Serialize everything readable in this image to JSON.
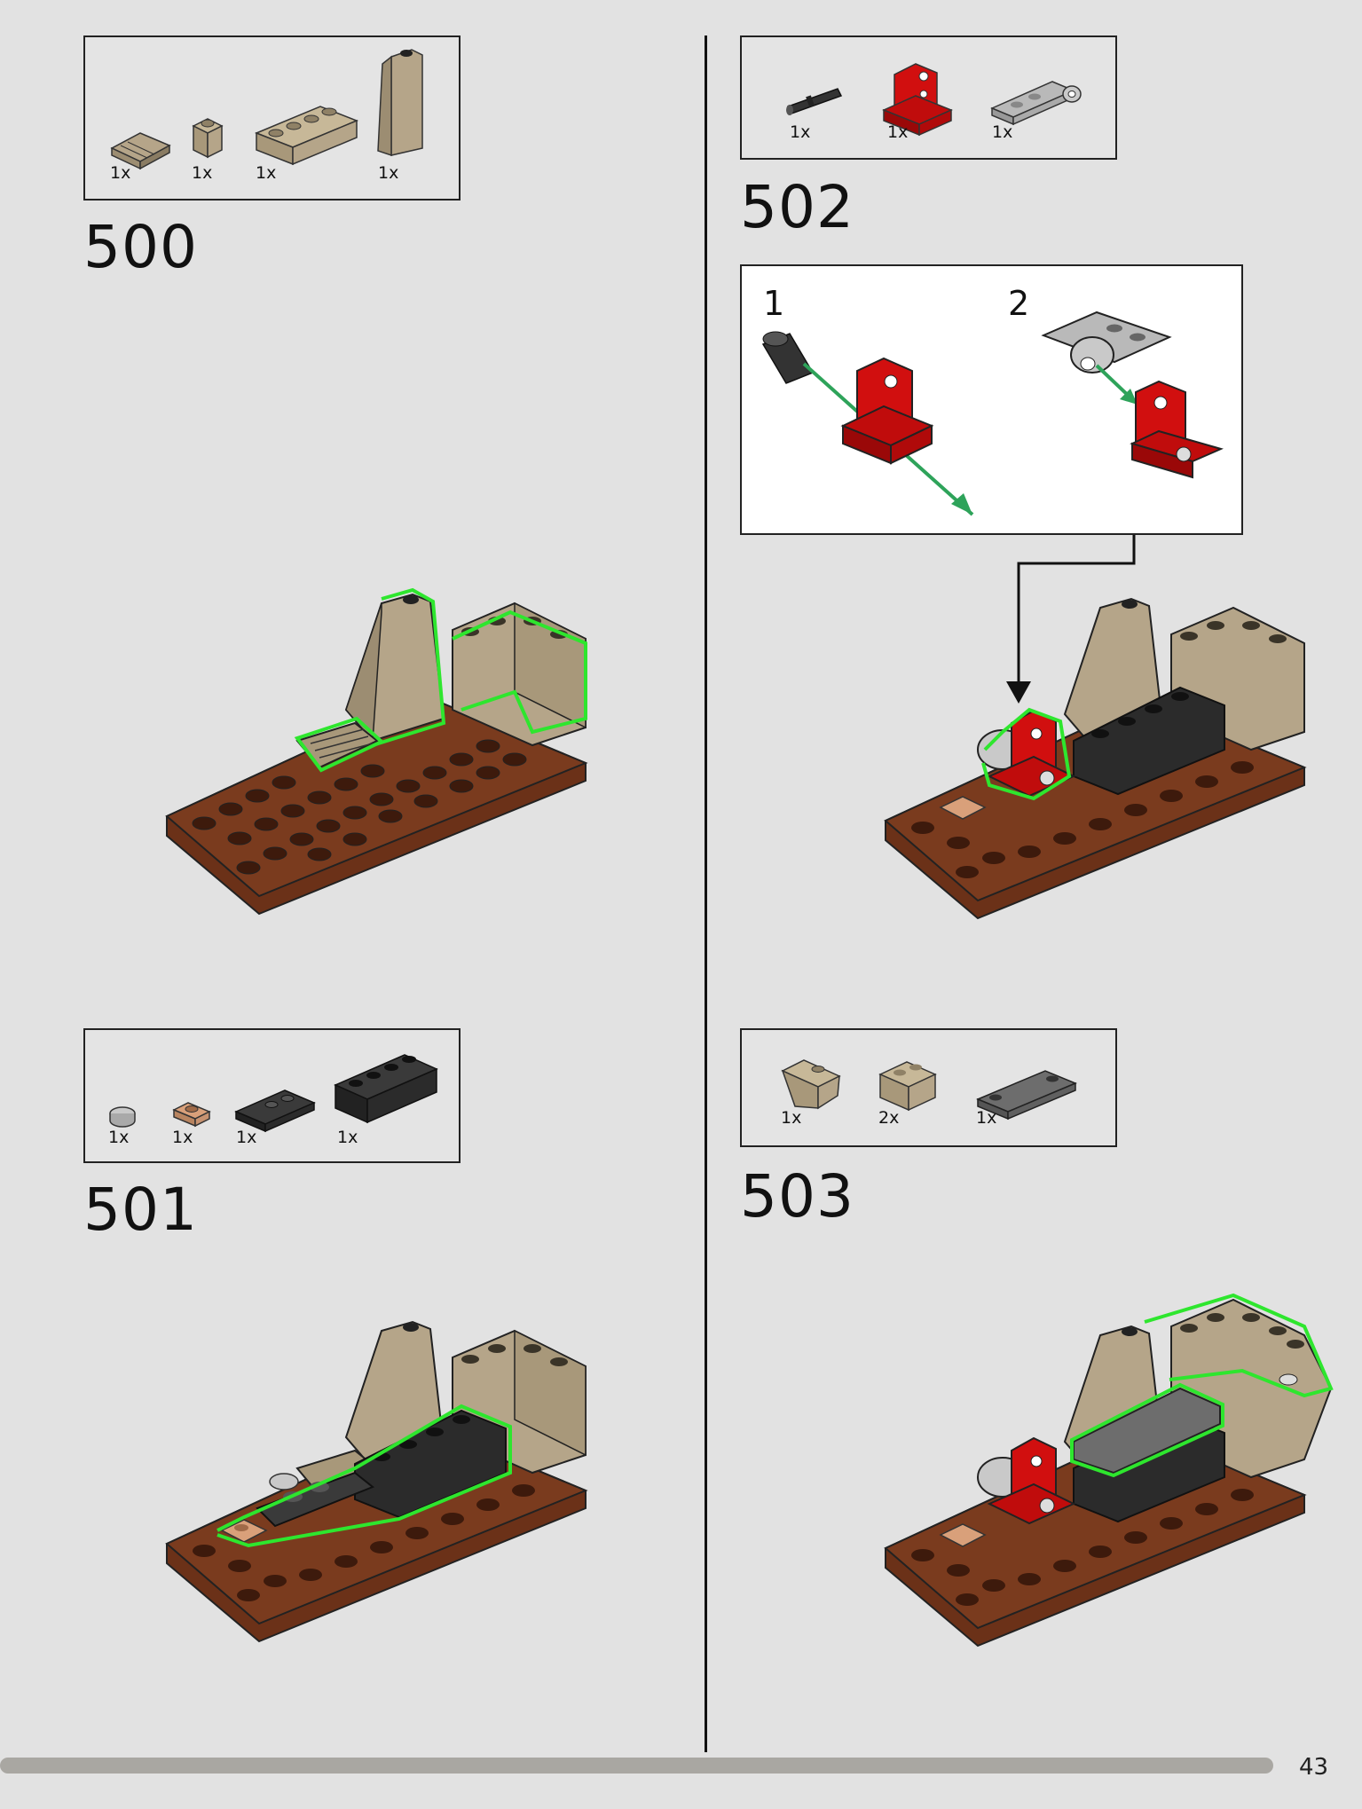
{
  "page": {
    "number": "43"
  },
  "steps": [
    {
      "number": "500",
      "parts": [
        {
          "qty": "1x",
          "icon": "tan-grille-slope-piece"
        },
        {
          "qty": "1x",
          "icon": "tan-1x1-brick"
        },
        {
          "qty": "1x",
          "icon": "tan-1x4-brick"
        },
        {
          "qty": "1x",
          "icon": "tan-tall-slope-brick"
        }
      ]
    },
    {
      "number": "501",
      "parts": [
        {
          "qty": "1x",
          "icon": "light-gray-round-tile"
        },
        {
          "qty": "1x",
          "icon": "nougat-1x1-plate"
        },
        {
          "qty": "1x",
          "icon": "black-jumper-plate"
        },
        {
          "qty": "1x",
          "icon": "black-1x4-brick"
        }
      ]
    },
    {
      "number": "502",
      "parts": [
        {
          "qty": "1x",
          "icon": "black-technic-pin"
        },
        {
          "qty": "1x",
          "icon": "red-technic-bracket"
        },
        {
          "qty": "1x",
          "icon": "gray-plate-with-pin-hole"
        }
      ],
      "substeps": [
        {
          "number": "1"
        },
        {
          "number": "2"
        }
      ]
    },
    {
      "number": "503",
      "parts": [
        {
          "qty": "1x",
          "icon": "tan-inverted-slope"
        },
        {
          "qty": "2x",
          "icon": "tan-1x2-brick"
        },
        {
          "qty": "1x",
          "icon": "dark-gray-1x4-tile"
        }
      ]
    }
  ],
  "colors": {
    "green_highlight": "#2ee62e",
    "arrow_green": "#2ea35a",
    "base_brown": "#6b3118",
    "tan": "#b5a589",
    "red": "#d10f0f",
    "black_brick": "#2b2b2b"
  }
}
